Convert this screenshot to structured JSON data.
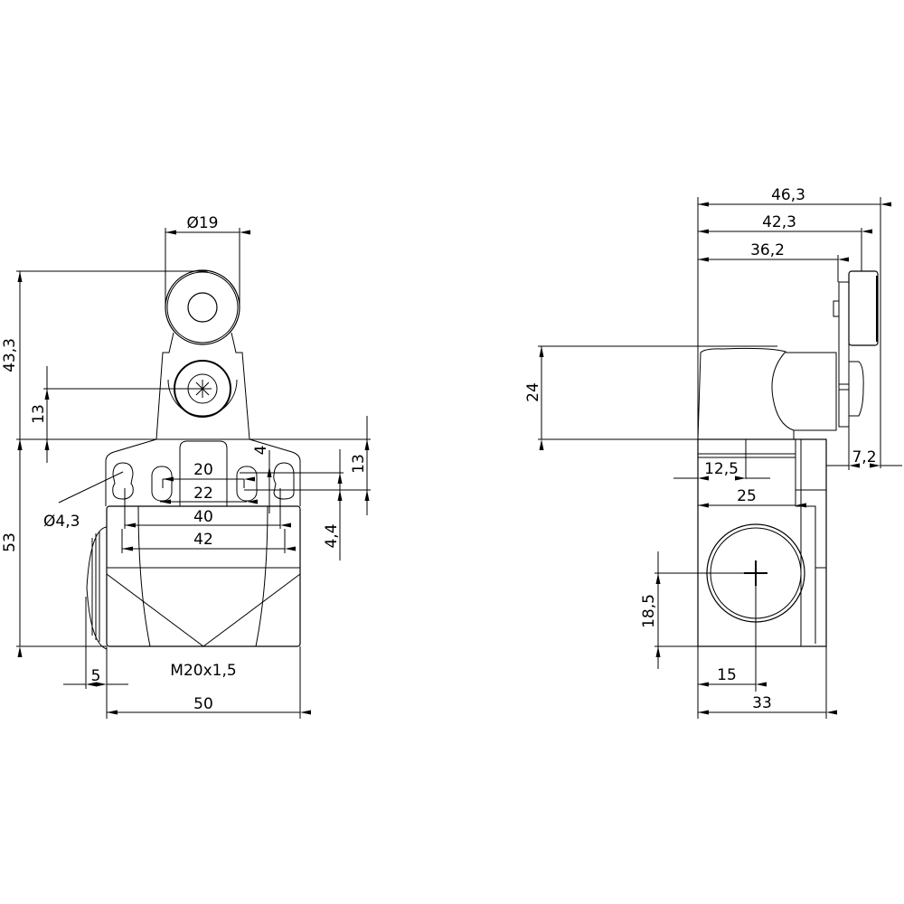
{
  "front_view": {
    "roller_diameter": "Ø19",
    "overall_height_top": "43,3",
    "pivot_height": "13",
    "body_height": "53",
    "hole_diameter": "Ø4,3",
    "inner_slot_spacing": "20",
    "inner_slot_spacing_2": "22",
    "outer_slot_spacing": "40",
    "outer_slot_spacing_2": "42",
    "slot_offset_top": "4",
    "slot_height": "13",
    "slot_lower_offset": "4,4",
    "gland_thread": "M20x1,5",
    "gland_offset": "5",
    "body_width": "50"
  },
  "side_view": {
    "overall_depth": "46,3",
    "roller_depth": "42,3",
    "lever_depth": "36,2",
    "head_height": "24",
    "lever_offset": "7,2",
    "slot_depth": "12,5",
    "mount_depth": "25",
    "screw_height": "18,5",
    "screw_offset": "15",
    "body_depth": "33"
  }
}
